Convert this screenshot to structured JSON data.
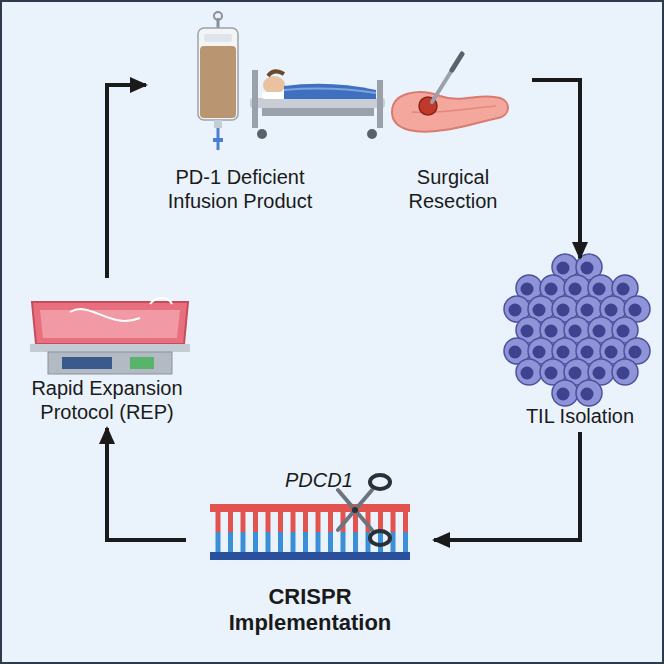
{
  "diagram": {
    "nodes": [
      {
        "text": [
          "PD-1 Deficient Infusion Product"
        ]
      },
      {
        "text": [
          "Surgical Resection"
        ]
      },
      {
        "text": [
          "TIL Isolation"
        ]
      },
      {
        "text": [
          "PDCD1",
          "CRISPR Implementation"
        ]
      },
      {
        "text": [
          "Rapid Expansion Protocol (REP)"
        ]
      }
    ],
    "edges": [
      {
        "from": 1,
        "to": 2,
        "arrow": "to"
      },
      {
        "from": 2,
        "to": 3,
        "arrow": "to"
      },
      {
        "from": 3,
        "to": 4,
        "arrow": "to"
      },
      {
        "from": 4,
        "to": 0,
        "arrow": "to"
      }
    ]
  }
}
